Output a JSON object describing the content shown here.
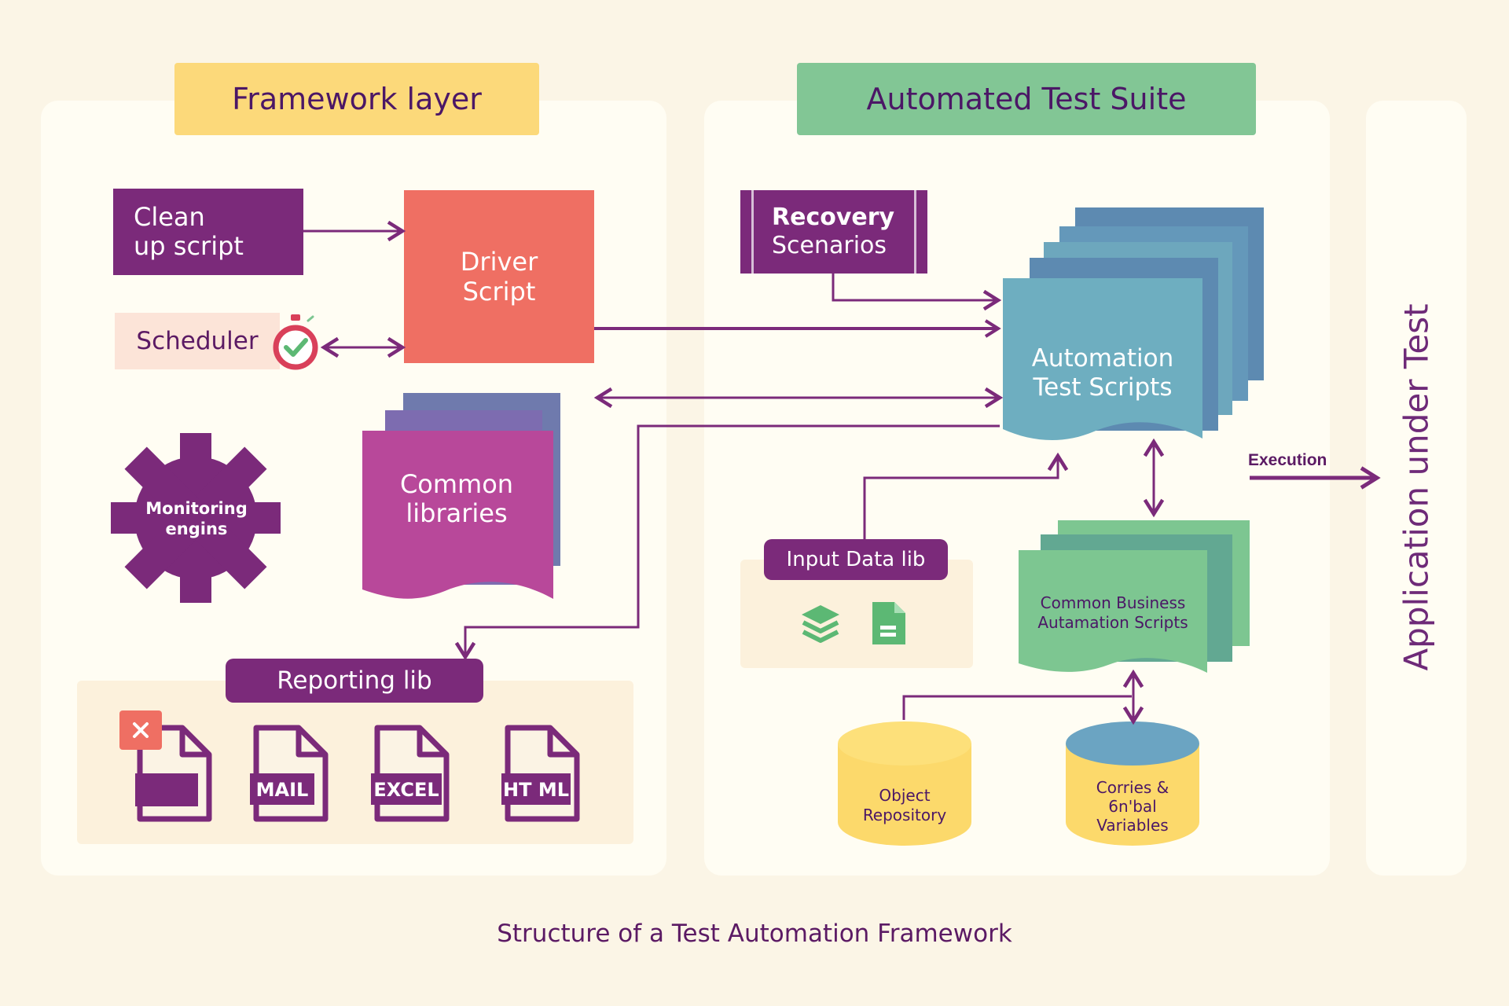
{
  "framework": {
    "header": "Framework layer",
    "clean_up": "Clean\nup script",
    "driver": "Driver\nScript",
    "scheduler": "Scheduler",
    "common_libraries": "Common\nlibraries",
    "monitoring": "Monitoring\nengins",
    "reporting": {
      "label": "Reporting lib",
      "files": [
        "MAIL",
        "EXCEL",
        "HT ML"
      ]
    }
  },
  "suite": {
    "header": "Automated Test Suite",
    "recovery_title": "Recovery",
    "recovery_sub": "Scenarios",
    "automation_scripts": "Automation\nTest Scripts",
    "input_data": "Input Data lib",
    "business_scripts": "Common Business\nAutamation Scripts",
    "object_repo": "Object\nRepository",
    "globals": "Corries &\n6n'bal\nVariables"
  },
  "execution": "Execution",
  "aut": "Application under Test",
  "caption": "Structure of a Test Automation Framework",
  "colors": {
    "purple": "#7b2a7a",
    "coral": "#ef6f63",
    "magenta": "#b8489a",
    "teal": "#6eaec0",
    "green": "#7dc691",
    "yellow": "#fcd96b",
    "header_yellow": "#fcd97a",
    "header_green": "#82c695"
  }
}
